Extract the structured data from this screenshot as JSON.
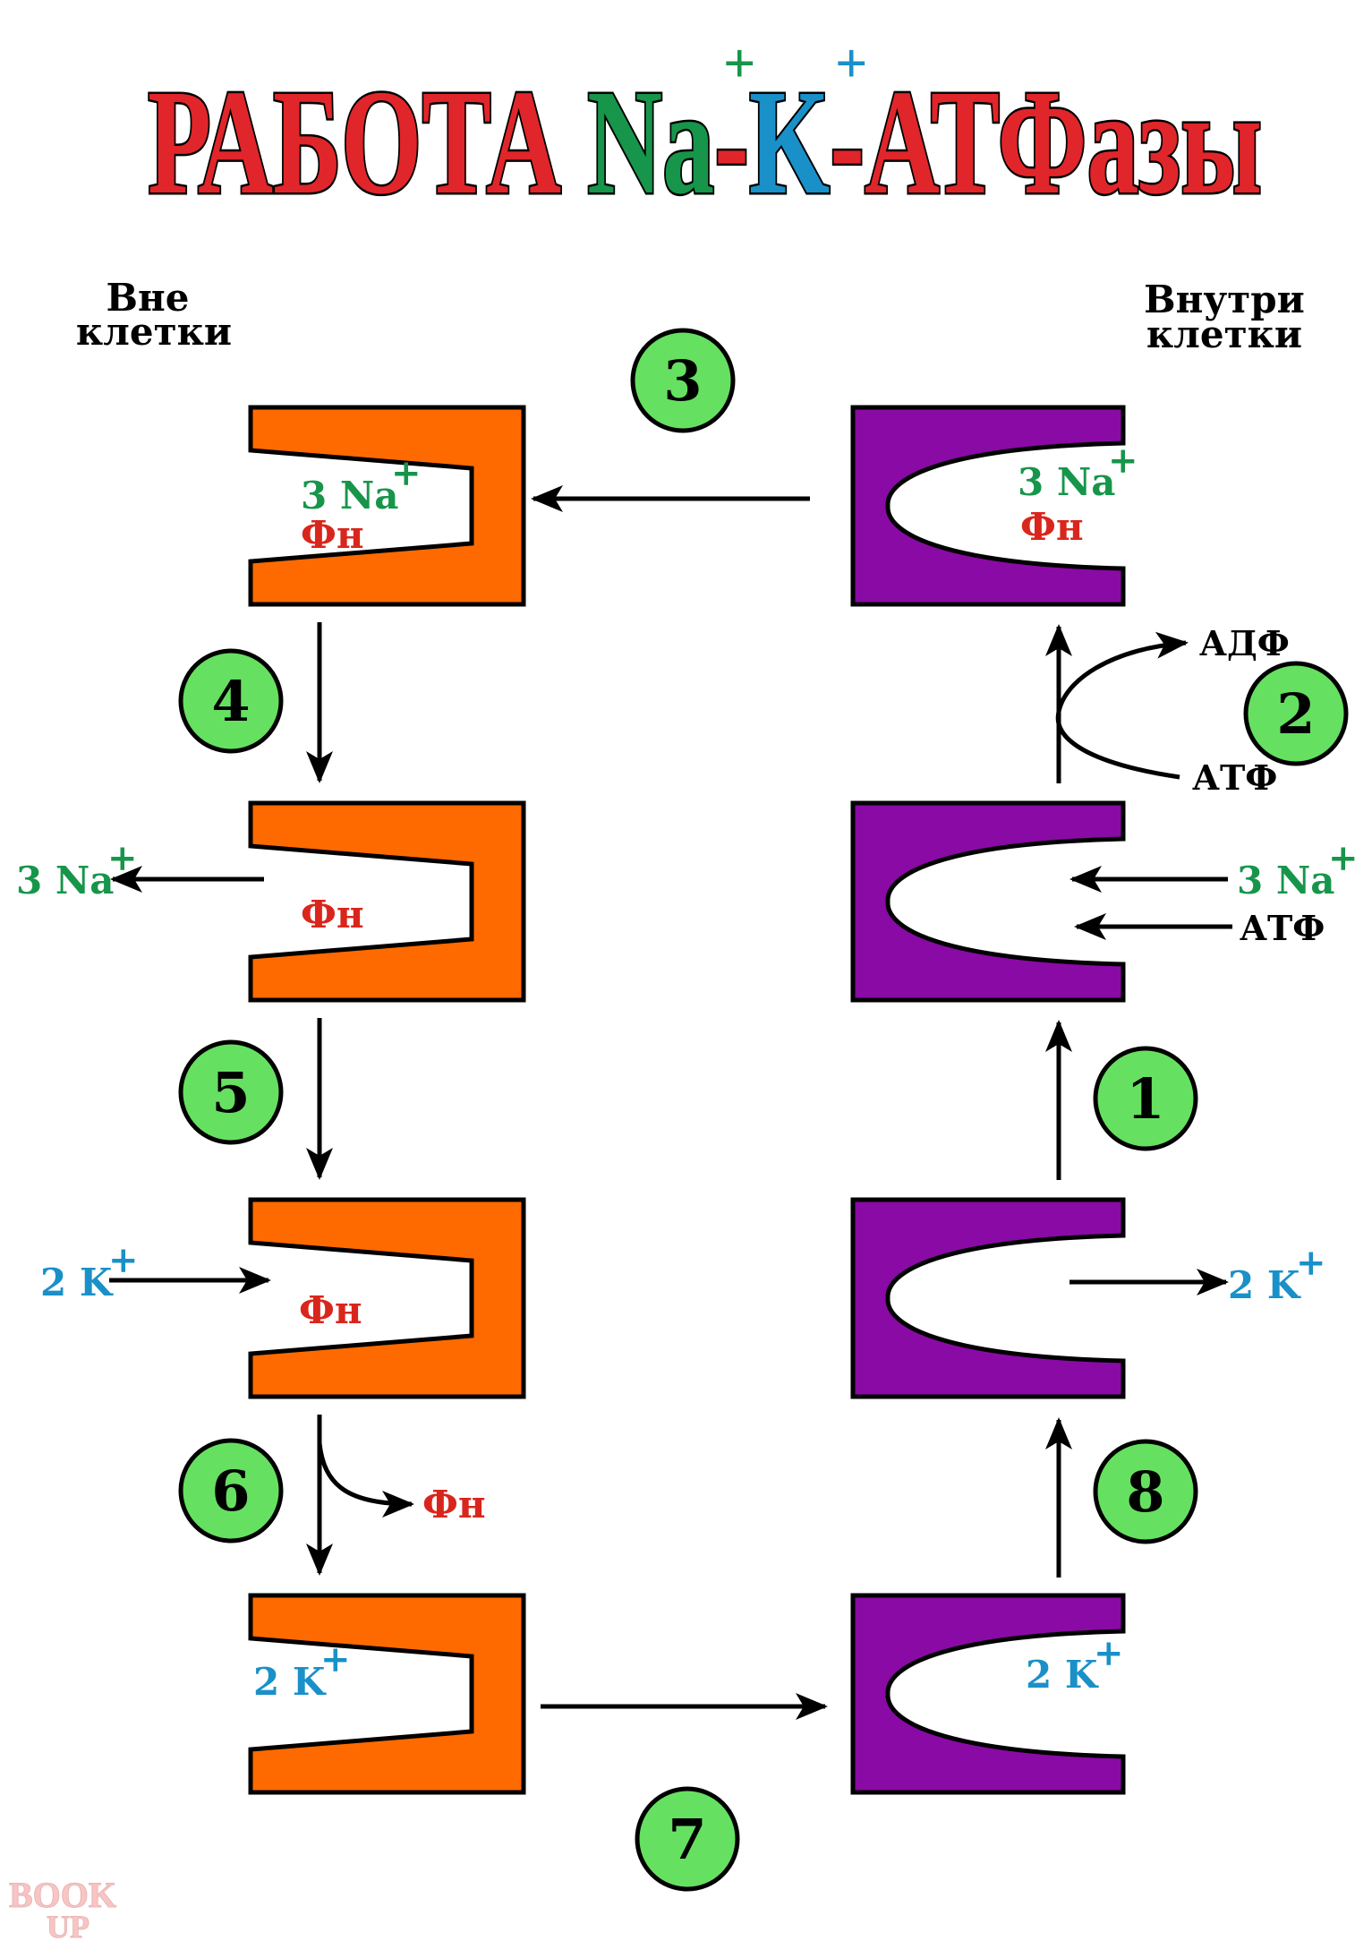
{
  "colors": {
    "title_red": "#e0262a",
    "sodium_green": "#17954a",
    "potassium_blue": "#1a90c8",
    "phosphate_red": "#d9261c",
    "outside_orange": "#ff6a00",
    "inside_purple": "#8a0aa5",
    "step_circle_green": "#66e060",
    "black": "#000000"
  },
  "title": {
    "part1": "РАБОТА ",
    "na": "Na",
    "na_charge": "+",
    "dash1": "-",
    "k": "K",
    "k_charge": "+",
    "dash2": "-",
    "rest": "АТФазы"
  },
  "sides": {
    "outside_line1": "Вне",
    "outside_line2": "клетки",
    "inside_line1": "Внутри",
    "inside_line2": "клетки"
  },
  "steps": [
    "1",
    "2",
    "3",
    "4",
    "5",
    "6",
    "7",
    "8"
  ],
  "ions": {
    "na3": "3 Na",
    "k2": "2 K",
    "plus": "+",
    "phosphate": "Фн",
    "atp": "АТФ",
    "adp": "АДФ"
  },
  "watermark": "BOOK UP"
}
